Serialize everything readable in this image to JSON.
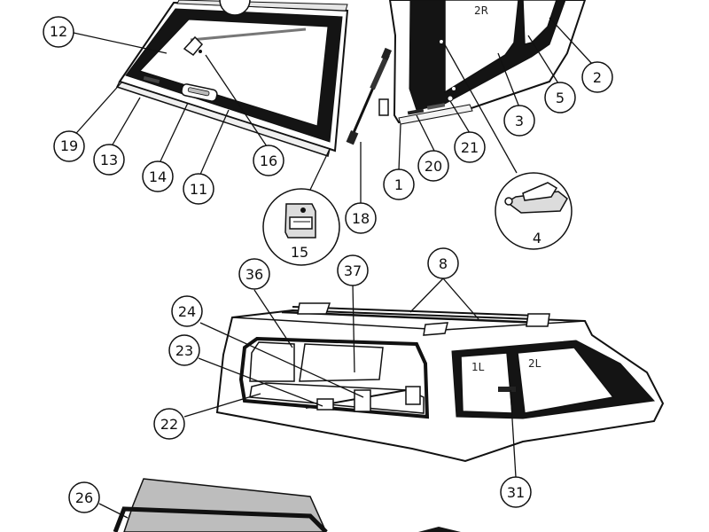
{
  "diagram": {
    "callouts": [
      {
        "id": "12",
        "label": "12"
      },
      {
        "id": "19",
        "label": "19"
      },
      {
        "id": "13",
        "label": "13"
      },
      {
        "id": "14",
        "label": "14"
      },
      {
        "id": "11",
        "label": "11"
      },
      {
        "id": "16",
        "label": "16"
      },
      {
        "id": "15",
        "label": "15"
      },
      {
        "id": "18",
        "label": "18"
      },
      {
        "id": "1",
        "label": "1"
      },
      {
        "id": "20",
        "label": "20"
      },
      {
        "id": "21",
        "label": "21"
      },
      {
        "id": "3",
        "label": "3"
      },
      {
        "id": "5",
        "label": "5"
      },
      {
        "id": "2",
        "label": "2"
      },
      {
        "id": "4",
        "label": "4"
      },
      {
        "id": "36",
        "label": "36"
      },
      {
        "id": "37",
        "label": "37"
      },
      {
        "id": "8",
        "label": "8"
      },
      {
        "id": "24",
        "label": "24"
      },
      {
        "id": "23",
        "label": "23"
      },
      {
        "id": "22",
        "label": "22"
      },
      {
        "id": "31",
        "label": "31"
      },
      {
        "id": "26",
        "label": "26"
      }
    ],
    "window_labels": {
      "side_2r": "2R",
      "side_1l": "1L",
      "side_2l": "2L"
    },
    "colors": {
      "stroke": "#111111",
      "seal": "#141414",
      "glass_tint": "#bdbdbd"
    }
  }
}
